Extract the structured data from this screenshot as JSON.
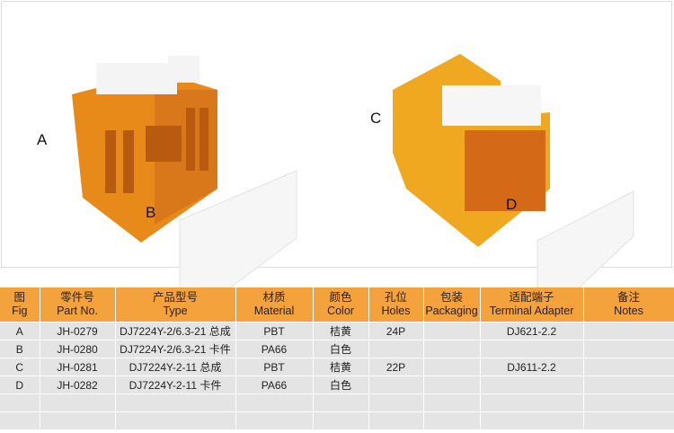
{
  "figure_labels": [
    "A",
    "B",
    "C",
    "D"
  ],
  "table": {
    "headers": [
      {
        "cn": "图",
        "en": "Fig"
      },
      {
        "cn": "零件号",
        "en": "Part No."
      },
      {
        "cn": "产品型号",
        "en": "Type"
      },
      {
        "cn": "材质",
        "en": "Material"
      },
      {
        "cn": "颜色",
        "en": "Color"
      },
      {
        "cn": "孔位",
        "en": "Holes"
      },
      {
        "cn": "包装",
        "en": "Packaging"
      },
      {
        "cn": "适配端子",
        "en": "Terminal Adapter"
      },
      {
        "cn": "备注",
        "en": "Notes"
      }
    ],
    "rows": [
      [
        "A",
        "JH-0279",
        "DJ7224Y-2/6.3-21 总成",
        "PBT",
        "桔黄",
        "24P",
        "",
        "DJ621-2.2",
        ""
      ],
      [
        "B",
        "JH-0280",
        "DJ7224Y-2/6.3-21 卡件",
        "PA66",
        "白色",
        "",
        "",
        "",
        ""
      ],
      [
        "C",
        "JH-0281",
        "DJ7224Y-2-11 总成",
        "PBT",
        "桔黄",
        "22P",
        "",
        "DJ611-2.2",
        ""
      ],
      [
        "D",
        "JH-0282",
        "DJ7224Y-2-11 卡件",
        "PA66",
        "白色",
        "",
        "",
        "",
        ""
      ],
      [
        "",
        "",
        "",
        "",
        "",
        "",
        "",
        "",
        ""
      ],
      [
        "",
        "",
        "",
        "",
        "",
        "",
        "",
        "",
        ""
      ]
    ]
  },
  "colors": {
    "header": "#f4a23c",
    "row": "#e4e4e4",
    "orange_a": "#e88a1a",
    "orange_c": "#f0a820"
  }
}
